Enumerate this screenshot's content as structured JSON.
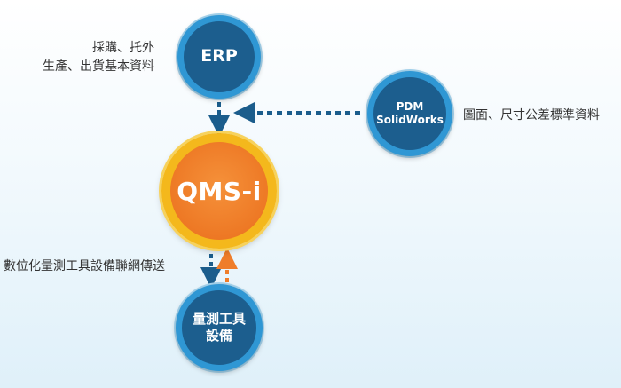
{
  "nodes": {
    "erp": {
      "label": "ERP"
    },
    "pdm": {
      "label": "PDM\nSolidWorks"
    },
    "qms": {
      "label": "QMS-i"
    },
    "device": {
      "label": "量測工具\n設備"
    }
  },
  "captions": {
    "erp_line1": "採購、托外",
    "erp_line2": "生產、出貨基本資料",
    "pdm": "圖面、尺寸公差標準資料",
    "transfer": "數位化量測工具設備聯網傳送"
  },
  "colors": {
    "blue_fill": "#1c5e8e",
    "blue_ring": "#2f97d4",
    "orange_fill": "#ee7a26",
    "yellow_ring": "#f4b81c",
    "arrow_blue": "#1b5d8c",
    "arrow_orange": "#ef7d2a"
  }
}
